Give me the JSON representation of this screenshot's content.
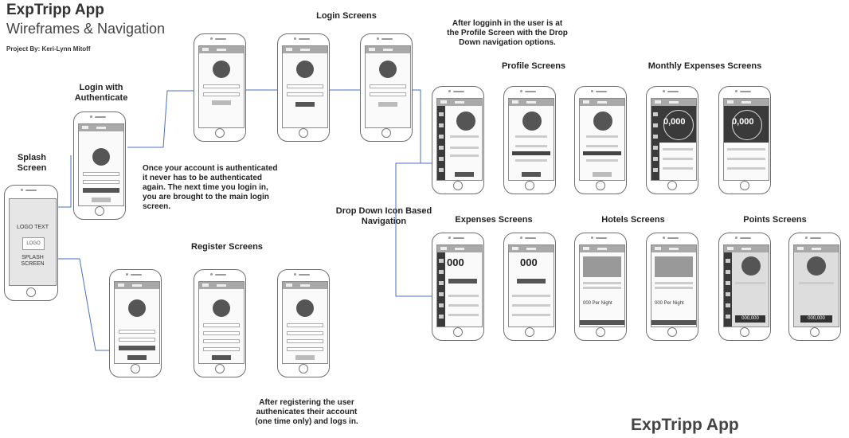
{
  "header": {
    "title": "ExpTripp App",
    "subtitle": "Wireframes & Navigation",
    "byline": "Project By: Keri-Lynn Mitoff"
  },
  "sections": {
    "splash": "Splash\nScreen",
    "login_auth": "Login with\nAuthenticate",
    "login": "Login Screens",
    "register": "Register Screens",
    "profile": "Profile Screens",
    "monthly": "Monthly Expenses Screens",
    "expenses": "Expenses Screens",
    "hotels": "Hotels Screens",
    "points": "Points Screens",
    "dropdown": "Drop Down Icon Based\nNavigation"
  },
  "notes": {
    "auth": "Once your account is authenticated\nit never has to be authenticated\nagain. The next time you login in,\nyou are brought to the main login\nscreen.",
    "after_login": "After logginh in the user is at\nthe Profile Screen with the Drop\nDown navigation options.",
    "after_register": "After registering the user\nauthenicates their account\n(one time only)  and logs in."
  },
  "splash_screen": {
    "logo_text": "LOGO TEXT",
    "logo": "LOGO",
    "splash": "SPLASH\nSCREEN"
  },
  "values": {
    "monthly_amount": "0,000",
    "expenses_amount": "000",
    "hotel_price": "000 Per Night",
    "points": "000,000"
  },
  "footer": "ExpTripp App",
  "colors": {
    "wire_line": "#4a6fc0",
    "phone_outline": "#6e6e6e",
    "dark_fill": "#3a3a3a"
  }
}
